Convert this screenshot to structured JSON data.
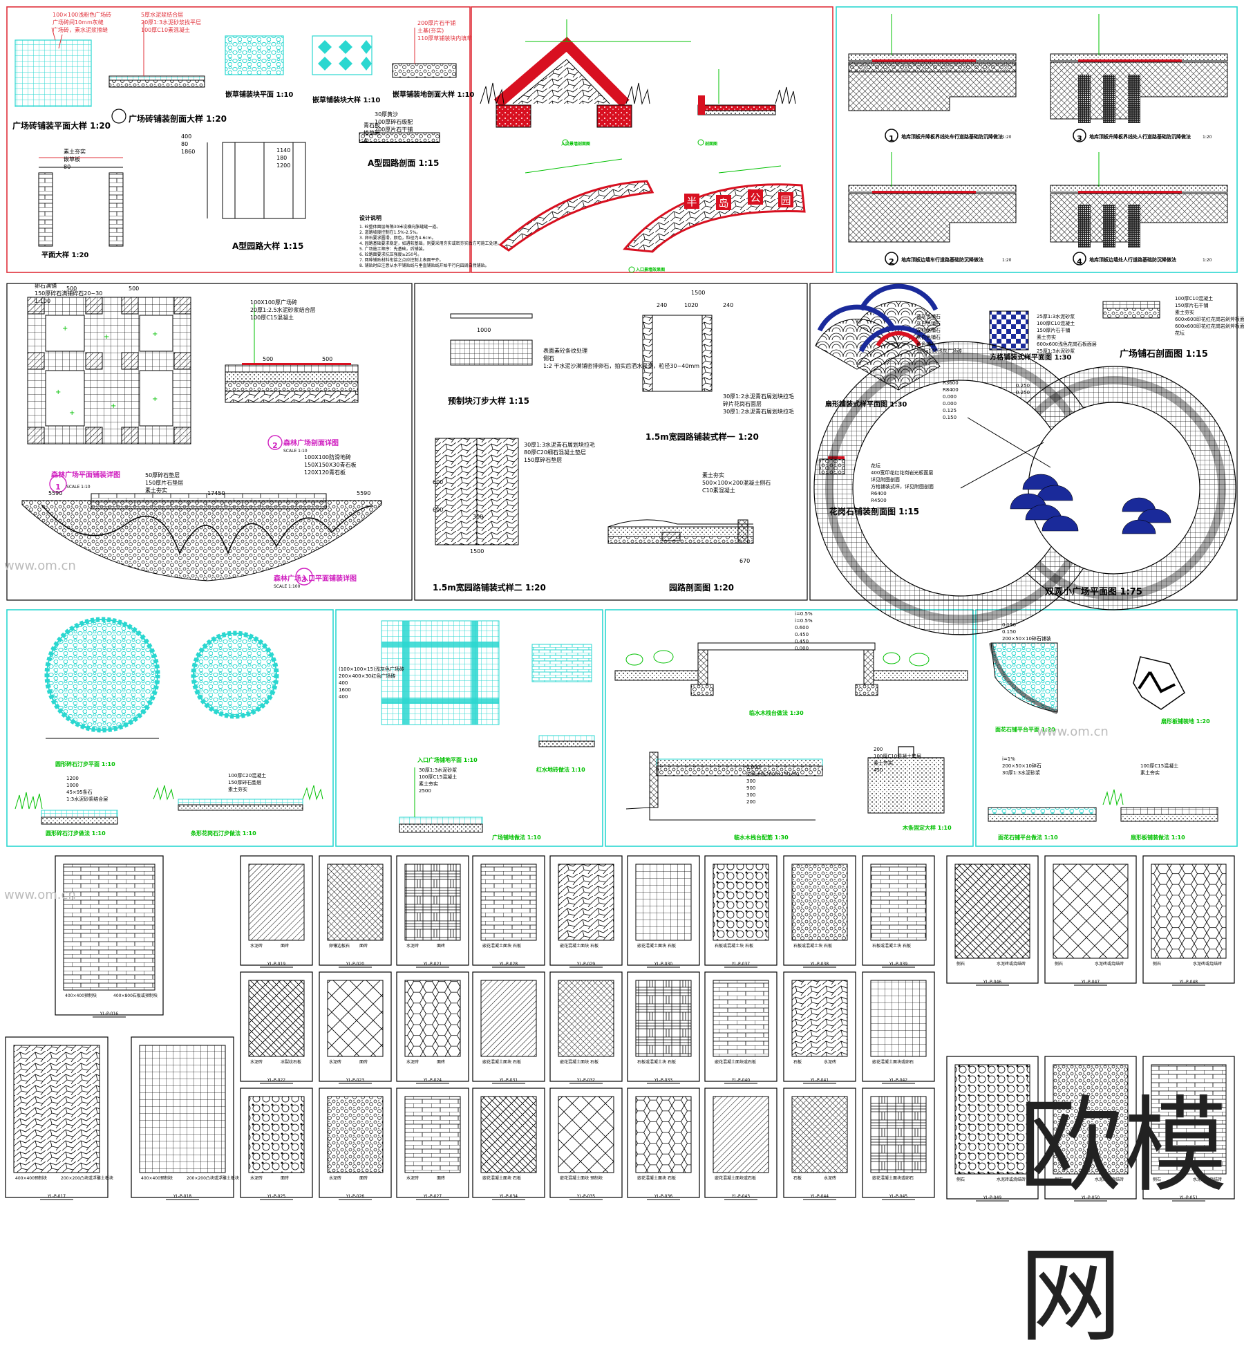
{
  "watermark": "欧模网",
  "watermark_small": "www.om.cn",
  "colors": {
    "frame_red": "#e0303a",
    "frame_cyan": "#2ad7d0",
    "line": "#000000",
    "leader": "#00c000",
    "title_pink": "#d020c0",
    "red_fill": "#d81020",
    "blue_fill": "#1a2a9a"
  },
  "panels": [
    {
      "id": "p1",
      "titles": [
        "广场砖铺装平面大样 1:20",
        "广场砖铺装剖面大样 1:20",
        "嵌草铺装块平面 1:10",
        "嵌草铺装块大样 1:10",
        "嵌草铺装地剖面大样 1:10",
        "平面大样 1:20",
        "A型园路大样 1:15",
        "A型园路剖面 1:15"
      ],
      "labels": [
        "100×100浅粉色广场砖",
        "广场砖间10mm灰缝",
        "广场砖，素水泥浆擦缝",
        "5厚水泥浆结合层",
        "20厚1:3水泥砂浆找平层",
        "100厚C10素混凝土",
        "200厚片石干铺",
        "土基(夯实)",
        "110厚草铺装块内填草",
        "30厚黄沙",
        "100厚碎石级配",
        "200厚片石干铺",
        "素土夯实",
        "嵌草板",
        "80",
        "400",
        "80",
        "1860",
        "1140",
        "180",
        "1200",
        "青石板",
        "植草带",
        "A"
      ],
      "notes_title": "设计说明",
      "notes": [
        "1. 砼整体面层每隔30米设横向胀缝缝一道。",
        "2. 道路坡度控制在1.5%-2.5%。",
        "3. 卵石要求圆滑，颜色，粒径为4-6cm。",
        "4. 园路基础要求稳定，如遇软基础，则要采用夯实或密夯实后方可施工处理。",
        "5. 广场施工顺序：先基础，后铺装。",
        "6. 砼路面要求抗压强度≥250号。",
        "7. 两种铺贴材料衔接之点应控制上表面平齐。",
        "8. 铺贴时应注意从水平铺贴线与垂直铺贴线开始平行向四周自然铺贴。"
      ]
    },
    {
      "id": "p2",
      "titles": [
        "入口景墙剖面图",
        "剖面图",
        "入口景墙效果图"
      ],
      "sign": "半岛公园",
      "sign_chars": [
        "半",
        "岛",
        "公",
        "园"
      ]
    },
    {
      "id": "p3",
      "titles": [
        "地库顶板升降板界线处车行道路基础防沉降做法",
        "地库顶板边墙车行道路基础防沉降做法",
        "地库顶板升降板界线处人行道路基础防沉降做法",
        "地库顶板边墙处人行道路基础防沉降做法"
      ],
      "nums": [
        "1",
        "2",
        "3",
        "4"
      ],
      "scale": "1:20"
    },
    {
      "id": "p4",
      "titles": [
        "森林广场平面铺装详图",
        "森林广场剖面详图",
        "森林广场入口平面铺装详图"
      ],
      "nums": [
        "1",
        "2",
        "3"
      ],
      "scales": [
        "SCALE 1:10",
        "SCALE 1:10",
        "SCALE 1:100"
      ],
      "dims": [
        "500",
        "500",
        "17450",
        "5590",
        "5590",
        "500",
        "500"
      ],
      "labels": [
        "100X100厚广场砖",
        "20厚1:2.5水泥砂浆结合层",
        "100厚C15混凝土",
        "50厚碎石垫层",
        "150厚片石垫层",
        "素土夯实",
        "100X100防滑地砖",
        "150X150X30青石板",
        "120X120青石板",
        "卵石满铺",
        "150厚碎石满铺碎石20~30",
        "1:100"
      ]
    },
    {
      "id": "p5",
      "titles": [
        "预制块汀步大样 1:15",
        "1.5m宽园路铺装式样一 1:20",
        "1.5m宽园路铺装式样二 1:20",
        "园路剖面图 1:20"
      ],
      "dims": [
        "1500",
        "240",
        "1020",
        "240",
        "1500",
        "1000",
        "600",
        "600",
        "300",
        "670"
      ],
      "labels": [
        "表面素砼条纹处理",
        "侧石",
        "1:2 干水泥沙满铺密排卵石，拍实后洒水至透，粒径30~40mm",
        "30厚1:2水泥青石屑划块拉毛",
        "碎片花岗石面层",
        "30厚1:2水泥青石屑划块拉毛",
        "30厚1:3水泥青石屑划块拉毛",
        "80厚C20细石混凝土垫层",
        "150厚碎石垫层",
        "素土夯实",
        "500×100×200混凝土侧石",
        "C10素混凝土"
      ]
    },
    {
      "id": "p6",
      "titles": [
        "扇形铺装式样平面图 1:30",
        "方格铺装式样平面图 1:30",
        "广场铺石剖面图 1:15",
        "花岗石铺装剖面图 1:15",
        "双圆小广场平面图 1:75"
      ],
      "labels": [
        "蓝灰色铺石",
        "灰白色铺石",
        "深红色铺石",
        "灰白色铺石",
        "黄色铺石",
        "100x100浅灰广场砖",
        "25厚1:3水泥砂浆",
        "100厚C10混凝土",
        "150厚片石干铺",
        "素土夯实",
        "600x600浅色花岗石板面层",
        "25厚1:3水泥砂浆",
        "100厚C10混凝土",
        "150厚片石干铺",
        "素土夯实",
        "600x600印花红花岗岩剁斧板面层",
        "600x600印花红花岗岩剁斧板面层",
        "花坛",
        "花坛",
        "400宽印花红花岗岩光板面层",
        "详见附图剖面",
        "方格铺装式样，详见附图剖面",
        "R6400",
        "R4500",
        "R3600",
        "R8400",
        "0.000",
        "0.000",
        "0.125",
        "0.150",
        "0.250",
        "0.250"
      ]
    },
    {
      "id": "p7",
      "titles": [
        "圆形碎石汀步平面 1:10",
        "圆形碎石汀步做法 1:10",
        "条形花岗石汀步做法 1:10"
      ],
      "labels": [
        "1200",
        "1000",
        "45×95条石",
        "1:3水泥砂浆结合层",
        "100厚C20混凝土",
        "150厚碎石垫层",
        "素土夯实"
      ]
    },
    {
      "id": "p8",
      "titles": [
        "入口广场铺地平面 1:10",
        "广场铺地做法 1:10",
        "红水地砖做法 1:10"
      ],
      "labels": [
        "(100×100×15)浅灰色广场砖",
        "200×400×30红色广场砖",
        "400",
        "1600",
        "400",
        "30厚1:3水泥砂浆",
        "100厚C15混凝土",
        "素土夯实",
        "2500"
      ]
    },
    {
      "id": "p9",
      "titles": [
        "临水木栈台做法 1:30",
        "临水木栈台配筋 1:30",
        "木条固定大样 1:10"
      ],
      "labels": [
        "i=0.5%",
        "i=0.5%",
        "0.600",
        "0.450",
        "0.450",
        "0.000",
        "0.000",
        "防腐木板2000x150x50",
        "300",
        "900",
        "300",
        "200",
        "200",
        "100厚C10混凝土垫层",
        "素土夯实",
        "450"
      ]
    },
    {
      "id": "p10",
      "titles": [
        "面花石铺平台平面 1:20",
        "扇形板铺装地 1:20",
        "面花石铺平台做法 1:10",
        "扇形板铺装做法 1:10"
      ],
      "labels": [
        "0.150",
        "0.150",
        "200×50×10碎石铺装",
        "i=1%",
        "200×50×10碎石",
        "30厚1:3水泥砂浆",
        "100厚C15混凝土",
        "素土夯实"
      ]
    }
  ],
  "tiles": [
    {
      "code": "YL-P-016",
      "labels": [
        "400×400预制块",
        "400×800石板或预制块"
      ]
    },
    {
      "code": "YL-P-017",
      "labels": [
        "400×400预制块",
        "200×200凸块或浮雕土板块"
      ]
    },
    {
      "code": "YL-P-018",
      "labels": [
        "400×400预制块",
        "200×200凸块或浮雕土板块"
      ]
    },
    {
      "code": "YL-P-019",
      "labels": [
        "水泥砖",
        "面砖"
      ]
    },
    {
      "code": "YL-P-020",
      "labels": [
        "卵镶边板石",
        "面砖"
      ]
    },
    {
      "code": "YL-P-021",
      "labels": [
        "水泥砖",
        "面砖"
      ]
    },
    {
      "code": "YL-P-022",
      "labels": [
        "水泥砖",
        "冰裂纹石板"
      ]
    },
    {
      "code": "YL-P-023",
      "labels": [
        "水泥砖",
        "面砖"
      ]
    },
    {
      "code": "YL-P-024",
      "labels": [
        "水泥砖",
        "面砖"
      ]
    },
    {
      "code": "YL-P-025",
      "labels": [
        "水泥砖",
        "面砖"
      ]
    },
    {
      "code": "YL-P-026",
      "labels": [
        "水泥砖",
        "面砖"
      ]
    },
    {
      "code": "YL-P-027",
      "labels": [
        "水泥砖",
        "面砖"
      ]
    },
    {
      "code": "YL-P-028",
      "labels": [
        "嵌花混凝土面块",
        "石板"
      ]
    },
    {
      "code": "YL-P-029",
      "labels": [
        "嵌花混凝土面块",
        "石板"
      ]
    },
    {
      "code": "YL-P-030",
      "labels": [
        "嵌花混凝土面块",
        "石板"
      ]
    },
    {
      "code": "YL-P-031",
      "labels": [
        "嵌花混凝土面块",
        "石板"
      ]
    },
    {
      "code": "YL-P-032",
      "labels": [
        "嵌花混凝土面块",
        "石板"
      ]
    },
    {
      "code": "YL-P-033",
      "labels": [
        "石板或混凝土块",
        "石板"
      ]
    },
    {
      "code": "YL-P-034",
      "labels": [
        "嵌花混凝土面块",
        "石板"
      ]
    },
    {
      "code": "YL-P-035",
      "labels": [
        "嵌花混凝土面块",
        "预制块"
      ]
    },
    {
      "code": "YL-P-036",
      "labels": [
        "嵌花混凝土面块",
        "石板"
      ]
    },
    {
      "code": "YL-P-037",
      "labels": [
        "石板或混凝土块",
        "石板"
      ]
    },
    {
      "code": "YL-P-038",
      "labels": [
        "石板或混凝土块",
        "石板"
      ]
    },
    {
      "code": "YL-P-039",
      "labels": [
        "石板或混凝土块",
        "石板"
      ]
    },
    {
      "code": "YL-P-040",
      "labels": [
        "嵌花混凝土面块或石板"
      ]
    },
    {
      "code": "YL-P-041",
      "labels": [
        "石板",
        "水泥砖"
      ]
    },
    {
      "code": "YL-P-042",
      "labels": [
        "嵌花混凝土面块或卵石"
      ]
    },
    {
      "code": "YL-P-043",
      "labels": [
        "嵌花混凝土面块或石板"
      ]
    },
    {
      "code": "YL-P-044",
      "labels": [
        "石板",
        "水泥砖"
      ]
    },
    {
      "code": "YL-P-045",
      "labels": [
        "嵌花混凝土面块或卵石"
      ]
    },
    {
      "code": "YL-P-046",
      "labels": [
        "侧石",
        "水泥砖或烧结砖"
      ]
    },
    {
      "code": "YL-P-047",
      "labels": [
        "侧石",
        "水泥砖或烧结砖"
      ]
    },
    {
      "code": "YL-P-048",
      "labels": [
        "侧石",
        "水泥砖或烧结砖"
      ]
    },
    {
      "code": "YL-P-049",
      "labels": [
        "侧石",
        "水泥砖或烧结砖"
      ]
    },
    {
      "code": "YL-P-050",
      "labels": [
        "侧石",
        "水泥砖或烧结砖"
      ]
    },
    {
      "code": "YL-P-051",
      "labels": [
        "侧石",
        "水泥砖或烧结砖"
      ]
    }
  ]
}
